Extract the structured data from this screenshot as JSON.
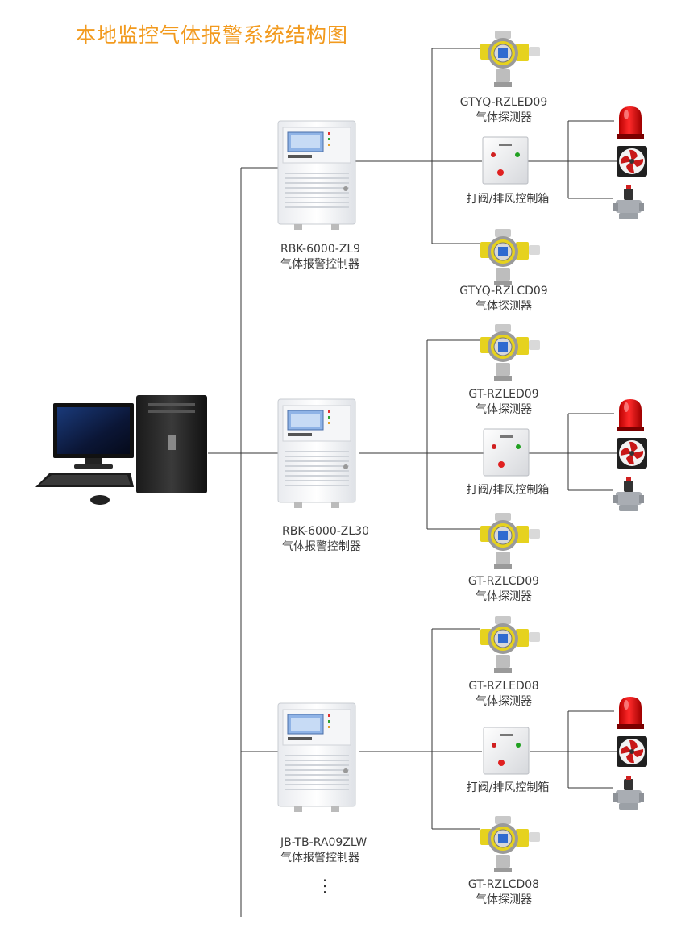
{
  "title": "本地监控气体报警系统结构图",
  "controllers": [
    {
      "model": "RBK-6000-ZL9",
      "desc": "气体报警控制器"
    },
    {
      "model": "RBK-6000-ZL30",
      "desc": "气体报警控制器"
    },
    {
      "model": "JB-TB-RA09ZLW",
      "desc": "气体报警控制器"
    }
  ],
  "detectors": [
    {
      "model": "GTYQ-RZLED09",
      "desc": "气体探测器"
    },
    {
      "model": "GTYQ-RZLCD09",
      "desc": "气体探测器"
    },
    {
      "model": "GT-RZLED09",
      "desc": "气体探测器"
    },
    {
      "model": "GT-RZLCD09",
      "desc": "气体探测器"
    },
    {
      "model": "GT-RZLED08",
      "desc": "气体探测器"
    },
    {
      "model": "GT-RZLCD08",
      "desc": "气体探测器"
    }
  ],
  "boxes": [
    {
      "label": "打阀/排风控制箱"
    },
    {
      "label": "打阀/排风控制箱"
    },
    {
      "label": "打阀/排风控制箱"
    }
  ],
  "ellipsis": "…",
  "colors": {
    "title": "#f29a1e",
    "line": "#333333",
    "alarm": "#e01010",
    "detector_yellow": "#e6d21e"
  },
  "icons": [
    "computer-icon",
    "controller-icon",
    "detector-icon",
    "control-box-icon",
    "alarm-light-icon",
    "fan-icon",
    "valve-icon"
  ]
}
